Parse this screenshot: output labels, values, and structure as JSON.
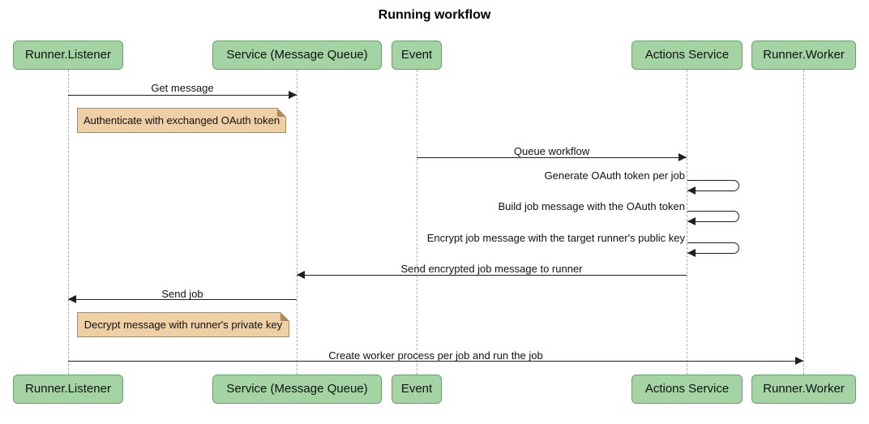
{
  "title": "Running workflow",
  "actors": [
    {
      "label": "Runner.Listener"
    },
    {
      "label": "Service (Message Queue)"
    },
    {
      "label": "Event"
    },
    {
      "label": "Actions Service"
    },
    {
      "label": "Runner.Worker"
    }
  ],
  "messages": {
    "get_message": "Get message",
    "queue_workflow": "Queue workflow",
    "generate_token": "Generate OAuth token per job",
    "build_job": "Build job message with the OAuth token",
    "encrypt_job": "Encrypt job message with the target runner's public key",
    "send_encrypted": "Send encrypted job message to runner",
    "send_job": "Send job",
    "create_worker": "Create worker process per job and run the job"
  },
  "notes": {
    "authenticate": "Authenticate with exchanged OAuth token",
    "decrypt": "Decrypt message with runner's private key"
  },
  "colors": {
    "actor_fill": "#A4D3A4",
    "actor_border": "#6C9E6C",
    "note_fill": "#EFCFA4",
    "note_border": "#AA8B55",
    "line": "#1F1F1F",
    "lifeline": "#ACACAC"
  }
}
